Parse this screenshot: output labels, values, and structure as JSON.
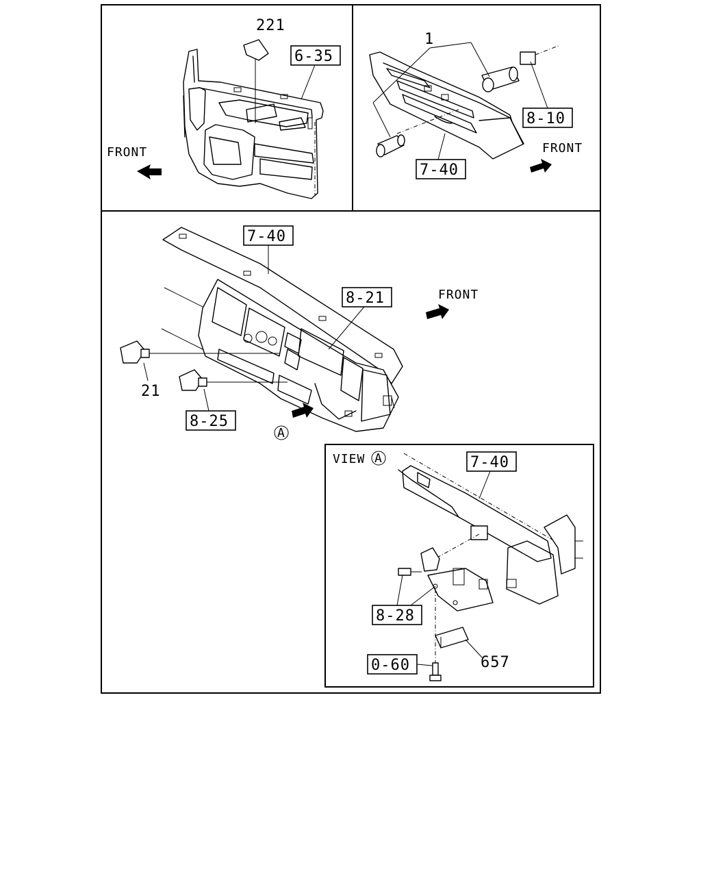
{
  "panels": {
    "door": {
      "part_number": "221",
      "ref_box": "6-35",
      "front_label": "FRONT"
    },
    "console": {
      "part_number": "1",
      "ref_box_top": "8-10",
      "ref_box_bottom": "7-40",
      "front_label": "FRONT"
    },
    "dashboard": {
      "ref_box_top": "7-40",
      "ref_box_mid": "8-21",
      "front_label": "FRONT",
      "part_number": "21",
      "ref_box_switch": "8-25",
      "view_marker": "A"
    },
    "view_a": {
      "view_label": "VIEW",
      "view_marker": "A",
      "ref_box_top": "7-40",
      "ref_box_bracket": "8-28",
      "ref_box_bolt": "0-60",
      "part_number": "657"
    }
  }
}
